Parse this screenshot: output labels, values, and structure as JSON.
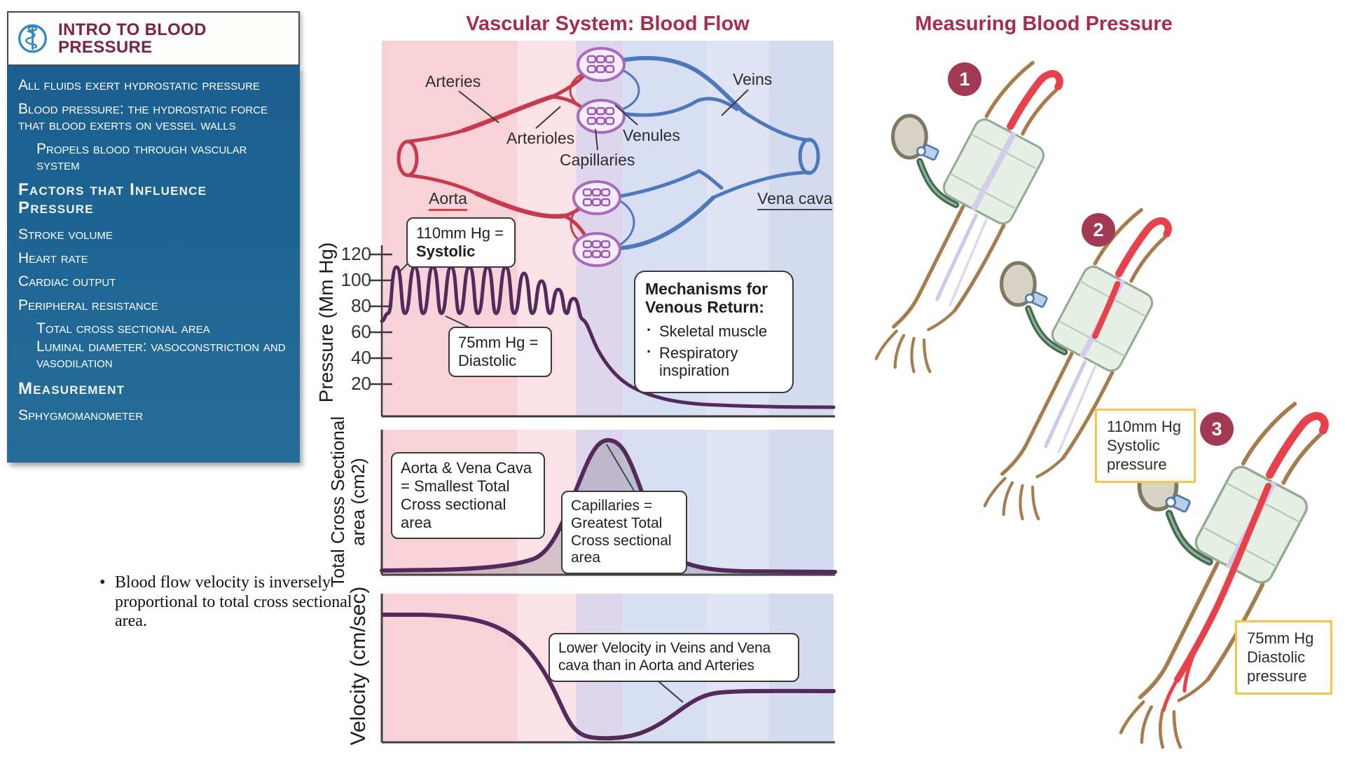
{
  "sidebar": {
    "title": "INTRO TO BLOOD PRESSURE",
    "items": [
      {
        "text": "All fluids exert hydrostatic pressure",
        "style": "item"
      },
      {
        "text": "Blood pressure: the hydrostatic force that blood exerts on vessel walls",
        "style": "item"
      },
      {
        "text": "Propels blood through vascular system",
        "style": "indent"
      },
      {
        "text": "Factors that Influence Pressure",
        "style": "section"
      },
      {
        "text": "Stroke volume",
        "style": "item"
      },
      {
        "text": "Heart rate",
        "style": "item"
      },
      {
        "text": "Cardiac output",
        "style": "item"
      },
      {
        "text": "Peripheral resistance",
        "style": "item"
      },
      {
        "text": "Total cross sectional area",
        "style": "tight"
      },
      {
        "text": "Luminal diameter: vasoconstriction and vasodilation",
        "style": "tight"
      },
      {
        "text": "Measurement",
        "style": "section"
      },
      {
        "text": "Sphygmomanometer",
        "style": "item"
      }
    ]
  },
  "vascular": {
    "title": "Vascular System: Blood Flow",
    "labels": {
      "arteries": "Arteries",
      "veins": "Veins",
      "arterioles": "Arterioles",
      "venules": "Venules",
      "capillaries": "Capillaries",
      "aorta": "Aorta",
      "vena_cava": "Vena cava"
    },
    "pressure": {
      "axis_label": "Pressure (Mm Hg)",
      "yticks": [
        "120",
        "100",
        "80",
        "60",
        "40",
        "20"
      ],
      "systolic_line1": "110mm Hg =",
      "systolic_line2": "Systolic",
      "diastolic_line1": "75mm Hg =",
      "diastolic_line2": "Diastolic",
      "venous_box": {
        "title": "Mechanisms for Venous Return:",
        "bullets": [
          "Skeletal muscle",
          "Respiratory inspiration"
        ]
      }
    },
    "cross_section": {
      "axis_label": "Total Cross Sectional area (cm2)",
      "callout_smallest": "Aorta & Vena Cava = Smallest Total Cross sectional area",
      "callout_greatest": "Capillaries = Greatest Total Cross sectional area"
    },
    "velocity": {
      "axis_label": "Velocity (cm/sec)",
      "callout": "Lower Velocity in Veins and Vena cava than in Aorta and Arteries"
    },
    "note": "Blood flow velocity is inversely proportional to total cross sectional area."
  },
  "measuring": {
    "title": "Measuring Blood Pressure",
    "steps": [
      "1",
      "2",
      "3"
    ],
    "systolic_box": [
      "110mm Hg",
      "Systolic",
      "pressure"
    ],
    "diastolic_box": [
      "75mm Hg",
      "Diastolic",
      "pressure"
    ]
  },
  "colors": {
    "title_maroon": "#a62d4f",
    "sidebar_blue": "#1e6795",
    "curve_plum": "#542a5c",
    "artery_red": "#c73a4c",
    "vein_blue": "#4d78bd",
    "capillary_purple": "#a66bbd",
    "badge_red": "#a13a52",
    "callout_yellow": "#f6c64a"
  },
  "chart_data": [
    {
      "type": "line",
      "title": "Pressure (Mm Hg)",
      "ylabel": "Pressure (Mm Hg)",
      "yticks": [
        20,
        40,
        60,
        80,
        100,
        120
      ],
      "ylim": [
        0,
        130
      ],
      "x_regions": [
        "Aorta",
        "Arteries",
        "Arterioles",
        "Capillaries",
        "Venules",
        "Veins",
        "Vena cava"
      ],
      "series": [
        {
          "name": "Blood pressure",
          "description": "Pulsatile between 75 (diastolic) and 110 (systolic) mmHg through aorta and arteries; amplitude decays in arterioles; falls steadily to near 0 through capillaries, venules, veins and vena cava",
          "key_values": {
            "systolic": 110,
            "diastolic": 75,
            "capillary_approx": 20,
            "vena_cava_approx": 5
          }
        }
      ],
      "annotations": [
        "110mm Hg = Systolic",
        "75mm Hg = Diastolic",
        "Mechanisms for Venous Return: Skeletal muscle, Respiratory inspiration"
      ]
    },
    {
      "type": "area",
      "title": "Total Cross Sectional area (cm2)",
      "ylabel": "Total Cross Sectional area (cm2)",
      "x_regions": [
        "Aorta",
        "Arteries",
        "Arterioles",
        "Capillaries",
        "Venules",
        "Veins",
        "Vena cava"
      ],
      "series": [
        {
          "name": "Total cross sectional area",
          "description": "Smallest at aorta and vena cava, rises through arterioles, single large peak at capillaries, falls again through veins"
        }
      ],
      "annotations": [
        "Aorta & Vena Cava = Smallest Total Cross sectional area",
        "Capillaries = Greatest Total Cross sectional area"
      ]
    },
    {
      "type": "line",
      "title": "Velocity (cm/sec)",
      "ylabel": "Velocity (cm/sec)",
      "x_regions": [
        "Aorta",
        "Arteries",
        "Arterioles",
        "Capillaries",
        "Venules",
        "Veins",
        "Vena cava"
      ],
      "series": [
        {
          "name": "Blood flow velocity",
          "description": "High plateau in aorta and arteries, steep fall through arterioles, minimum near zero at capillaries, partial recovery in veins and vena cava to a level below arterial velocity"
        }
      ],
      "annotations": [
        "Lower Velocity in Veins and Vena cava than in Aorta and Arteries"
      ]
    }
  ]
}
